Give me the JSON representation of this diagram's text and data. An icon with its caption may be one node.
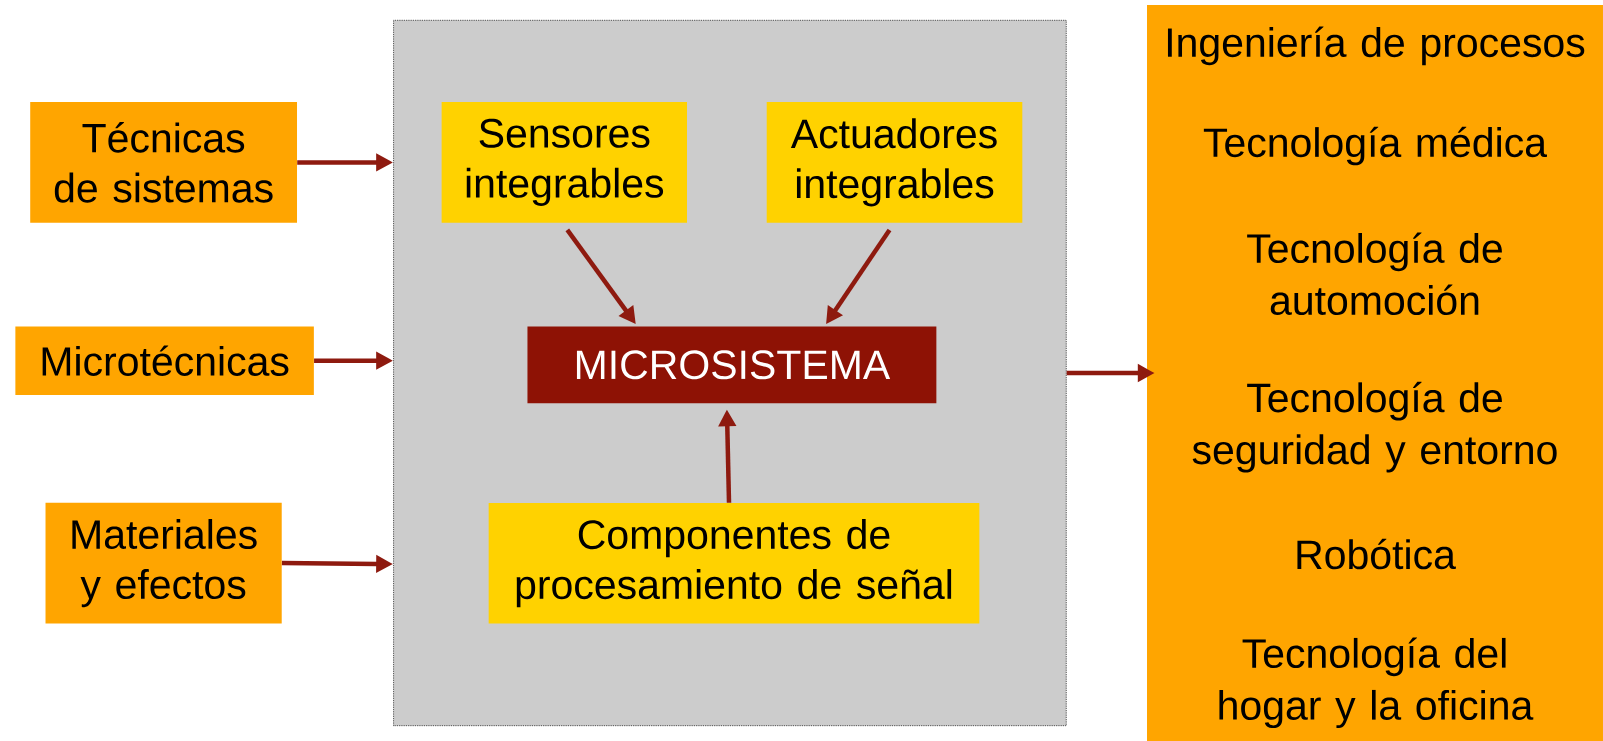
{
  "diagram": {
    "nodes": [
      {
        "text": [
          "Técnicas de sistemas"
        ]
      },
      {
        "text": [
          "Microtécnicas"
        ]
      },
      {
        "text": [
          "Materiales y efectos"
        ]
      },
      {
        "text": [],
        "shape": "box"
      },
      {
        "text": [
          "Sensores integrables"
        ],
        "in": 3
      },
      {
        "text": [
          "Actuadores integrables"
        ],
        "in": 3
      },
      {
        "text": [
          "MICROSISTEMA"
        ],
        "in": 3
      },
      {
        "text": [
          "Componentes de procesamiento de señal"
        ],
        "in": 3
      },
      {
        "text": [
          "Ingeniería de procesos",
          "Tecnología médica",
          "Tecnología de automoción",
          "Tecnología de seguridad y entorno",
          "Robótica",
          "Tecnología del hogar y la oficina"
        ]
      }
    ],
    "edges": [
      {
        "from": 0,
        "to": 3,
        "arrow": "to"
      },
      {
        "from": 1,
        "to": 3,
        "arrow": "to"
      },
      {
        "from": 2,
        "to": 3,
        "arrow": "to"
      },
      {
        "from": 4,
        "to": 6,
        "arrow": "to"
      },
      {
        "from": 5,
        "to": 6,
        "arrow": "to"
      },
      {
        "from": 7,
        "to": 6,
        "arrow": "to"
      },
      {
        "from": 3,
        "to": 8,
        "arrow": "to"
      }
    ]
  }
}
